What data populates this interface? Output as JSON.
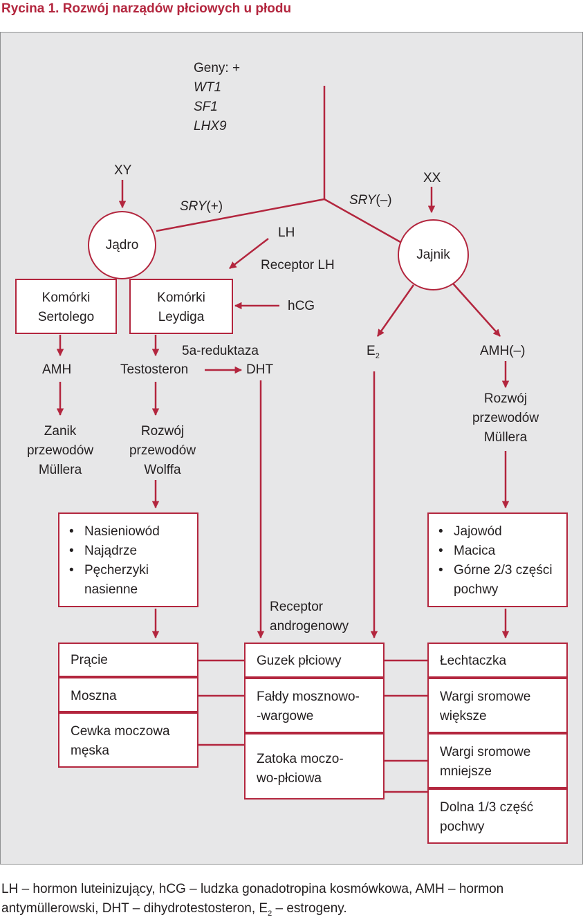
{
  "title": "Rycina 1. Rozwój narządów płciowych u płodu",
  "genes": {
    "label": "Geny: +",
    "items": [
      "WT1",
      "SF1",
      "LHX9"
    ]
  },
  "karyotype": {
    "xy": "XY",
    "xx": "XX"
  },
  "sry": {
    "pos_italic": "SRY",
    "pos_suffix": "(+)",
    "neg_italic": "SRY",
    "neg_suffix": "(–)"
  },
  "gonads": {
    "testis": "Jądro",
    "ovary": "Jajnik"
  },
  "hormones": {
    "lh": "LH",
    "lh_receptor": "Receptor LH",
    "hcg": "hCG",
    "reductase": "5a-reduktaza",
    "testosterone": "Testosteron",
    "dht": "DHT",
    "e2_base": "E",
    "e2_sub": "2",
    "amh": "AMH",
    "amh_neg": "AMH(–)"
  },
  "cells": {
    "sertoli": [
      "Komórki",
      "Sertolego"
    ],
    "leydig": [
      "Komórki",
      "Leydiga"
    ]
  },
  "processes": {
    "muller_regression": [
      "Zanik",
      "przewodów",
      "Müllera"
    ],
    "wolff_development": [
      "Rozwój",
      "przewodów",
      "Wolffa"
    ],
    "muller_development": [
      "Rozwój",
      "przewodów",
      "Müllera"
    ],
    "androgen_receptor": [
      "Receptor",
      "androgenowy"
    ]
  },
  "internal_male": [
    "Nasieniowód",
    "Najądrze",
    "Pęcherzyki nasienne"
  ],
  "internal_female": [
    "Jajowód",
    "Macica",
    "Górne 2/3 części pochwy"
  ],
  "external_male": [
    [
      "Prącie"
    ],
    [
      "Moszna"
    ],
    [
      "Cewka moczowa",
      "męska"
    ]
  ],
  "external_indifferent": [
    [
      "Guzek płciowy"
    ],
    [
      "Fałdy mosznowo-",
      "-wargowe"
    ],
    [
      "Zatoka moczo-",
      "wo-płciowa"
    ]
  ],
  "external_female": [
    [
      "Łechtaczka"
    ],
    [
      "Wargi sromowe",
      "większe"
    ],
    [
      "Wargi sromowe",
      "mniejsze"
    ],
    [
      "Dolna 1/3 część",
      "pochwy"
    ]
  ],
  "footnote": {
    "text": "LH – hormon luteinizujący, hCG – ludzka gonadotropina kosmówkowa, AMH – hormon antymüllerowski, DHT – dihydrotestosteron, E",
    "sub": "2",
    "tail": " – estrogeny."
  },
  "colors": {
    "accent": "#b3263e",
    "panel": "#e7e7e8",
    "text": "#231f20"
  }
}
